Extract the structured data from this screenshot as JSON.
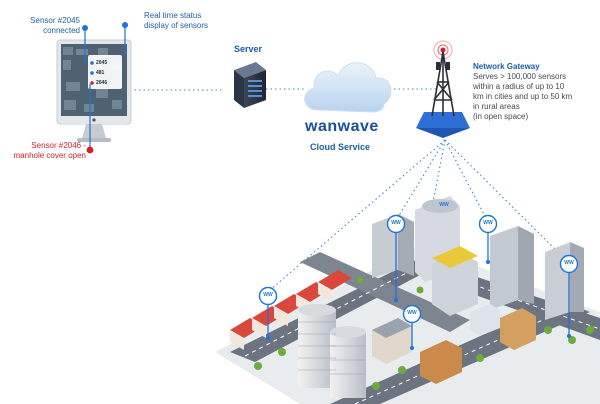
{
  "monitor": {
    "label_connected": "Sensor #2045\nconnected",
    "label_status": "Real time status\ndisplay of sensors",
    "label_alert": "Sensor #2046 -\nmanhole cover open",
    "screen_rows": [
      "2045",
      "481",
      "2046"
    ]
  },
  "server": {
    "label": "Server"
  },
  "cloud": {
    "brand": "wanwave",
    "label": "Cloud Service"
  },
  "gateway": {
    "title": "Network Gateway",
    "description": "Serves > 100,000 sensors\nwithin a radius of up to 10\nkm in cities and up to 50 km\nin rural areas\n(in open space)"
  },
  "sensors": [
    {
      "tag": "WW"
    },
    {
      "tag": "WW"
    },
    {
      "tag": "WW"
    },
    {
      "tag": "WW"
    },
    {
      "tag": "WW"
    },
    {
      "tag": "WW"
    }
  ],
  "colors": {
    "primary_blue": "#1d5fa8",
    "alert_red": "#d21f26",
    "connected_blue": "#1e73d8"
  }
}
